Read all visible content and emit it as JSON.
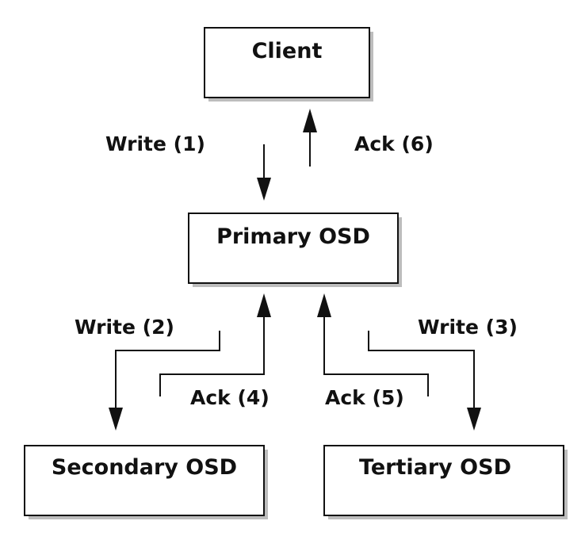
{
  "nodes": {
    "client": "Client",
    "primary": "Primary OSD",
    "secondary": "Secondary OSD",
    "tertiary": "Tertiary OSD"
  },
  "edges": {
    "write1": "Write (1)",
    "ack6": "Ack (6)",
    "write2": "Write (2)",
    "ack4": "Ack (4)",
    "ack5": "Ack (5)",
    "write3": "Write (3)"
  },
  "colors": {
    "stroke": "#111111",
    "shadow": "#bdbdbd",
    "background": "#ffffff"
  }
}
